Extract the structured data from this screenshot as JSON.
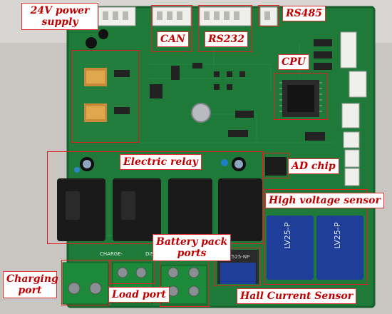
{
  "figure": {
    "labels": {
      "power_supply_line1": "24V power",
      "power_supply_line2": "supply",
      "can": "CAN",
      "rs232": "RS232",
      "rs485": "RS485",
      "cpu": "CPU",
      "electric_relay": "Electric relay",
      "ad_chip": "AD chip",
      "high_voltage_sensor": "High voltage sensor",
      "battery_pack_ports_line1": "Battery pack",
      "battery_pack_ports_line2": "ports",
      "charging_port_line1": "Charging",
      "charging_port_line2": "port",
      "load_port": "Load port",
      "hall_current_sensor": "Hall Current Sensor"
    },
    "silkscreen": {
      "charge": "CHARGE-",
      "dis": "DIS",
      "sensor_a": "LV25-P",
      "sensor_b": "LV25-P",
      "hall": "LT525-NP"
    },
    "colors": {
      "label_text": "#c00000",
      "frame": "#dd2222",
      "pcb_green": "#1f7a3a",
      "relay_black": "#1a1a1a",
      "sensor_blue": "#1f3e9a",
      "terminal_green": "#1c8a3a"
    }
  }
}
